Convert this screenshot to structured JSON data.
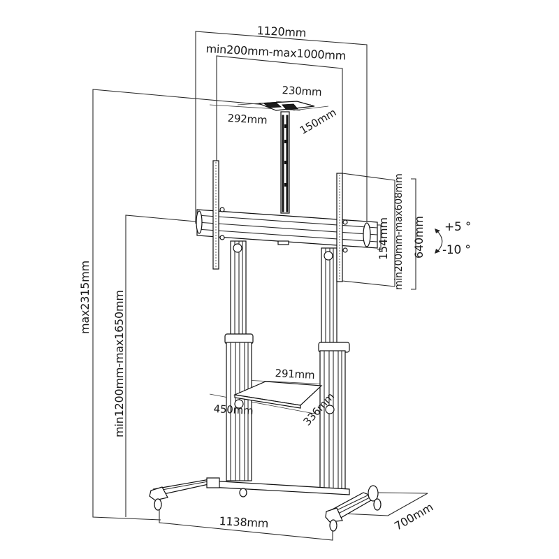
{
  "diagram": {
    "type": "technical-dimension-drawing",
    "subject": "mobile TV stand / cart",
    "line_color": "#2a2a2a",
    "background": "#ffffff",
    "dimensions": {
      "overall_width": "1120mm",
      "vesa_width_range": "min200mm-max1000mm",
      "top_plate_width": "230mm",
      "top_plate_depth_left": "292mm",
      "top_plate_depth_right": "150mm",
      "bracket_height_range": "min200mm-max608mm",
      "bracket_overall_height": "640mm",
      "crossbar_height": "154mm",
      "tilt_up": "+5 °",
      "tilt_down": "-10 °",
      "max_total_height": "max2315mm",
      "center_height_range": "min1200mm-max1650mm",
      "shelf_width": "291mm",
      "shelf_span": "450mm",
      "shelf_depth": "336mm",
      "base_width": "1138mm",
      "base_depth": "700mm"
    }
  }
}
